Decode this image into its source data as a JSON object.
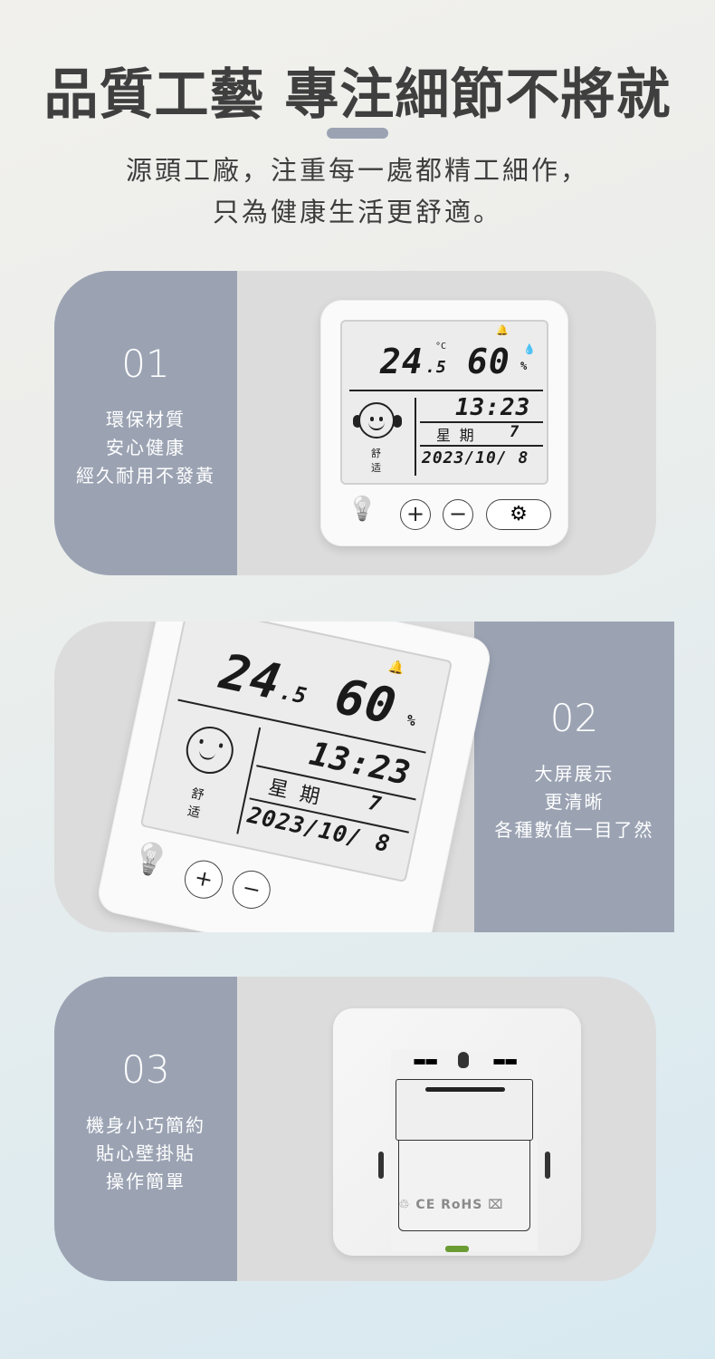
{
  "header": {
    "title": "品質工藝 專注細節不將就",
    "subtitle_line1": "源頭工廠，注重每一處都精工細作，",
    "subtitle_line2": "只為健康生活更舒適。",
    "divider_color": "#9ba3b3"
  },
  "features": [
    {
      "number": "01",
      "lines": [
        "環保材質",
        "安心健康",
        "經久耐用不發黃"
      ],
      "image": "thermo-hygrometer-front-view"
    },
    {
      "number": "02",
      "lines": [
        "大屏展示",
        "更清晰",
        "各種數值一目了然"
      ],
      "image": "thermo-hygrometer-angled-view"
    },
    {
      "number": "03",
      "lines": [
        "機身小巧簡約",
        "貼心壁掛貼",
        "操作簡單"
      ],
      "image": "thermo-hygrometer-back-view"
    }
  ],
  "device_display": {
    "temperature": "24",
    "temperature_decimal": ".5",
    "temp_unit": "°C",
    "humidity": "60",
    "humidity_unit": "%",
    "time": "13:23",
    "weekday_label": "星 期",
    "weekday": "7",
    "date": "2023/10/ 8",
    "comfort_label_1": "舒",
    "comfort_label_2": "适",
    "alarm_icon": "bell-icon",
    "humidity_icon": "droplet-icon"
  },
  "device_buttons": {
    "light": "💡",
    "plus": "+",
    "minus": "−",
    "settings": "⚙"
  },
  "back_labels": {
    "certifications": "♲ CE RoHS ⌧"
  },
  "colors": {
    "panel": "#9ba3b3",
    "card_bg": "#dcdcdc",
    "title_text": "#3f3f3f"
  }
}
